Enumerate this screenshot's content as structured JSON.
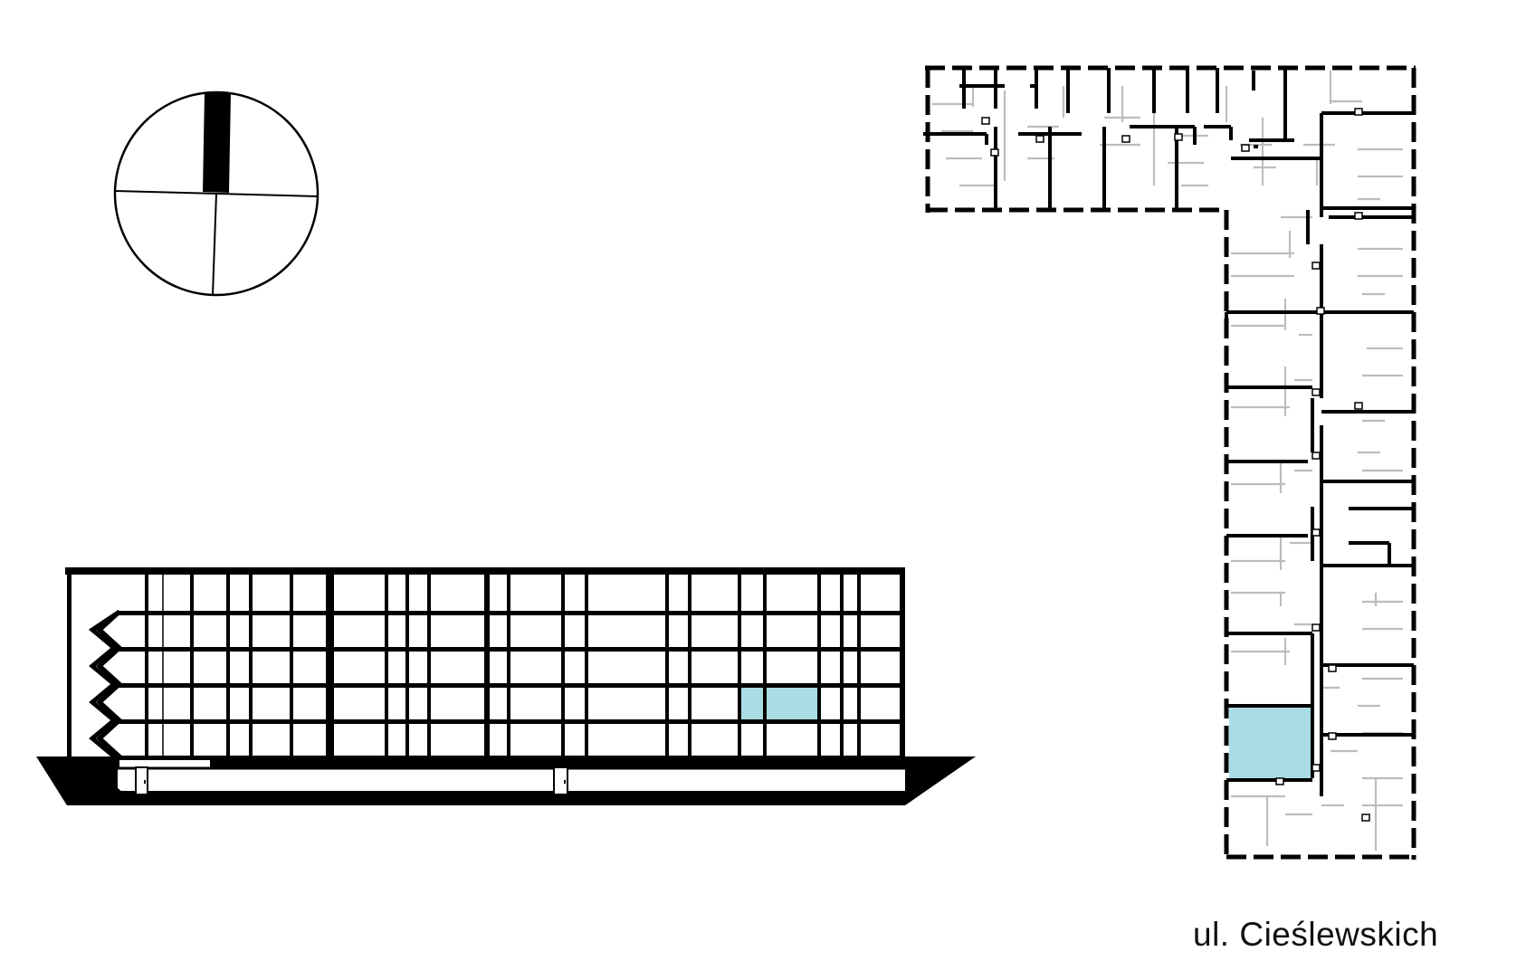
{
  "street": {
    "name": "ul. Cieślewskich"
  },
  "colors": {
    "ink": "#000000",
    "thin_wall": "#bdbdbd",
    "highlight": "#a9dde3",
    "background": "#ffffff"
  },
  "icons": {
    "compass": "north-indicator-icon"
  },
  "highlight": {
    "section_floor": 4,
    "plan_unit": "selected-apartment"
  }
}
